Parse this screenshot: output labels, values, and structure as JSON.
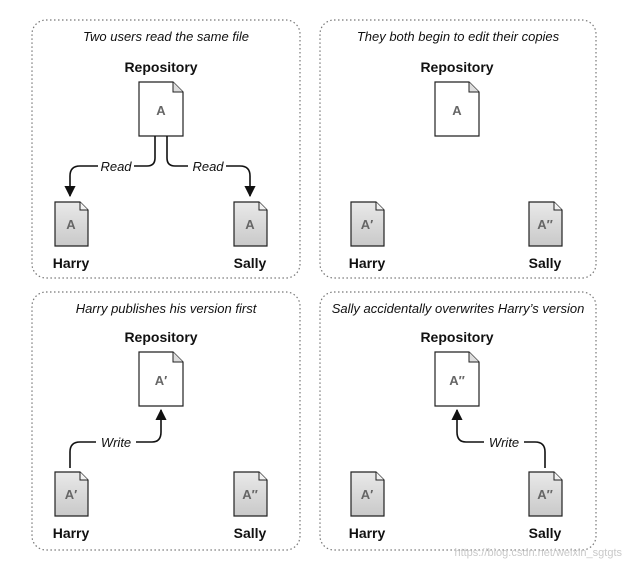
{
  "panels": [
    {
      "title": "Two users read the same file",
      "repository": {
        "name": "Repository",
        "doc": "A"
      },
      "harry": {
        "name": "Harry",
        "doc": "A"
      },
      "sally": {
        "name": "Sally",
        "doc": "A"
      },
      "edges": [
        {
          "label": "Read"
        },
        {
          "label": "Read"
        }
      ]
    },
    {
      "title": "They both begin to edit their copies",
      "repository": {
        "name": "Repository",
        "doc": "A"
      },
      "harry": {
        "name": "Harry",
        "doc": "A′"
      },
      "sally": {
        "name": "Sally",
        "doc": "A″"
      },
      "edges": []
    },
    {
      "title": "Harry publishes his version first",
      "repository": {
        "name": "Repository",
        "doc": "A′"
      },
      "harry": {
        "name": "Harry",
        "doc": "A′"
      },
      "sally": {
        "name": "Sally",
        "doc": "A″"
      },
      "edges": [
        {
          "label": "Write"
        }
      ]
    },
    {
      "title": "Sally accidentally overwrites Harry’s version",
      "repository": {
        "name": "Repository",
        "doc": "A″"
      },
      "harry": {
        "name": "Harry",
        "doc": "A′"
      },
      "sally": {
        "name": "Sally",
        "doc": "A″"
      },
      "edges": [
        {
          "label": "Write"
        }
      ]
    }
  ],
  "watermark": "https://blog.csdn.net/weixin_sgtgts"
}
